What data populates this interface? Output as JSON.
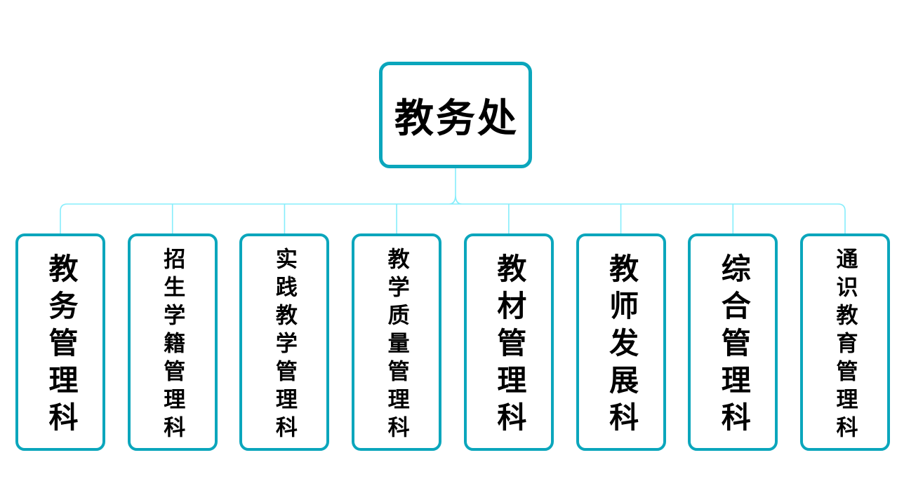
{
  "org_chart": {
    "root": {
      "label": "教务处"
    },
    "departments": [
      {
        "label": "教务管理科"
      },
      {
        "label": "招生学籍管理科"
      },
      {
        "label": "实践教学管理科"
      },
      {
        "label": "教学质量管理科"
      },
      {
        "label": "教材管理科"
      },
      {
        "label": "教师发展科"
      },
      {
        "label": "综合管理科"
      },
      {
        "label": "通识教育管理科"
      }
    ]
  },
  "colors": {
    "box_border": "#0ba6bc",
    "connector_line": "#85edfb",
    "text": "#000000",
    "background": "#ffffff"
  }
}
